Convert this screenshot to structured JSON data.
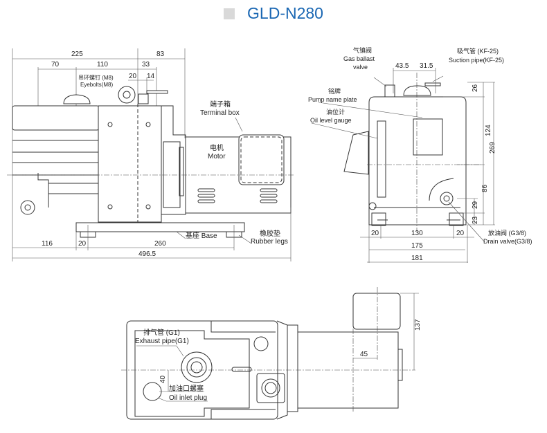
{
  "title": "GLD-N280",
  "side_view": {
    "dims": {
      "d225": "225",
      "d83": "83",
      "d70": "70",
      "d110": "110",
      "d33": "33",
      "d20_top": "20",
      "d14": "14",
      "d116": "116",
      "d20_bottom": "20",
      "d260": "260",
      "d496": "496.5"
    },
    "labels": {
      "eyebolts_cn": "吊环螺钉 (M8)",
      "eyebolts_en": "Eyebolts(M8)",
      "terminal_cn": "端子箱",
      "terminal_en": "Terminal box",
      "motor_cn": "电机",
      "motor_en": "Motor",
      "base": "基座 Base",
      "rubber_cn": "橡胶垫",
      "rubber_en": "Rubber legs"
    }
  },
  "front_view": {
    "dims": {
      "d43": "43.5",
      "d31": "31.5",
      "d26": "26",
      "d124": "124",
      "d269": "269",
      "d86": "86",
      "d29": "29",
      "d23": "23",
      "d20a": "20",
      "d130": "130",
      "d20b": "20",
      "d175": "175",
      "d181": "181"
    },
    "labels": {
      "gas_cn": "气镇阀",
      "gas_en1": "Gas ballast",
      "gas_en2": "valve",
      "suction_cn": "吸气管 (KF-25)",
      "suction_en": "Suction pipe(KF-25)",
      "plate_cn": "铭牌",
      "plate_en": "Pump name plate",
      "oil_cn": "油位计",
      "oil_en": "Oil level gauge",
      "drain_cn": "放油阀 (G3/8)",
      "drain_en": "Drain valve(G3/8)"
    }
  },
  "top_view": {
    "dims": {
      "d137": "137",
      "d45": "45",
      "d40": "40"
    },
    "labels": {
      "exhaust_cn": "排气管 (G1)",
      "exhaust_en": "Exhaust pipe(G1)",
      "inlet_cn": "加油口螺塞",
      "inlet_en": "Oil inlet plug"
    }
  }
}
